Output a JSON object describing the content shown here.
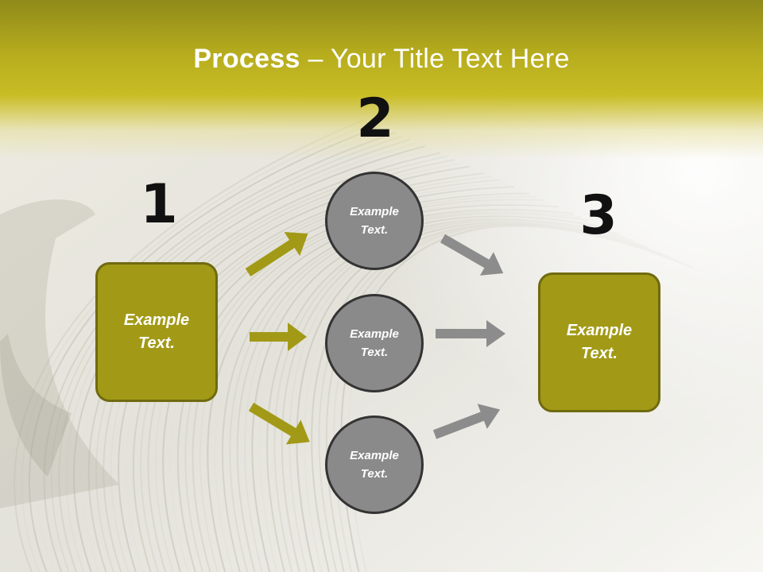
{
  "title": {
    "bold": "Process",
    "rest": " – Your Title Text Here"
  },
  "steps": {
    "one": "1",
    "two": "2",
    "three": "3"
  },
  "left_box": {
    "text": "Example Text."
  },
  "right_box": {
    "text": "Example Text."
  },
  "circles": [
    {
      "text": "Example Text."
    },
    {
      "text": "Example Text."
    },
    {
      "text": "Example Text."
    }
  ],
  "colors": {
    "header": "#b7ad1e",
    "box_fill": "#a29a17",
    "box_border": "#6f6a0f",
    "circle_fill": "#8a8a8a",
    "circle_border": "#333333",
    "olive_arrow": "#a29a17",
    "gray_arrow": "#8c8c8c"
  }
}
